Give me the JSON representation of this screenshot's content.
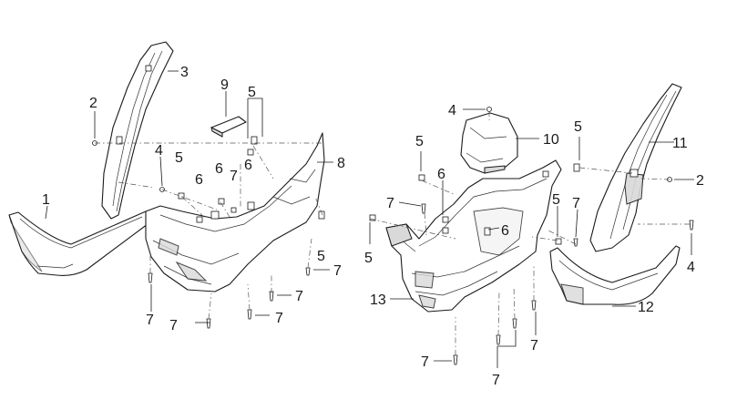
{
  "diagram": {
    "type": "exploded-parts-diagram",
    "callouts": {
      "c1": "1",
      "c2a": "2",
      "c3": "3",
      "c4a": "4",
      "c5a": "5",
      "c5b": "5",
      "c5c": "5",
      "c6a": "6",
      "c6b": "6",
      "c6c": "6",
      "c7a": "7",
      "c7b": "7",
      "c7c": "7",
      "c7d": "7",
      "c7e": "7",
      "c8": "8",
      "c9": "9",
      "c4b": "4",
      "c5d": "5",
      "c6d": "6",
      "c10": "10",
      "c5e": "5",
      "c11": "11",
      "c2b": "2",
      "c7f": "7",
      "c6e": "6",
      "c5f": "5",
      "c7g": "7",
      "c5g": "5",
      "c4c": "4",
      "c13": "13",
      "c12": "12",
      "c7h": "7",
      "c7i": "7",
      "c7j": "7"
    },
    "colors": {
      "line": "#1a1a1a",
      "background": "#ffffff",
      "shade": "#d9d9d9"
    }
  }
}
